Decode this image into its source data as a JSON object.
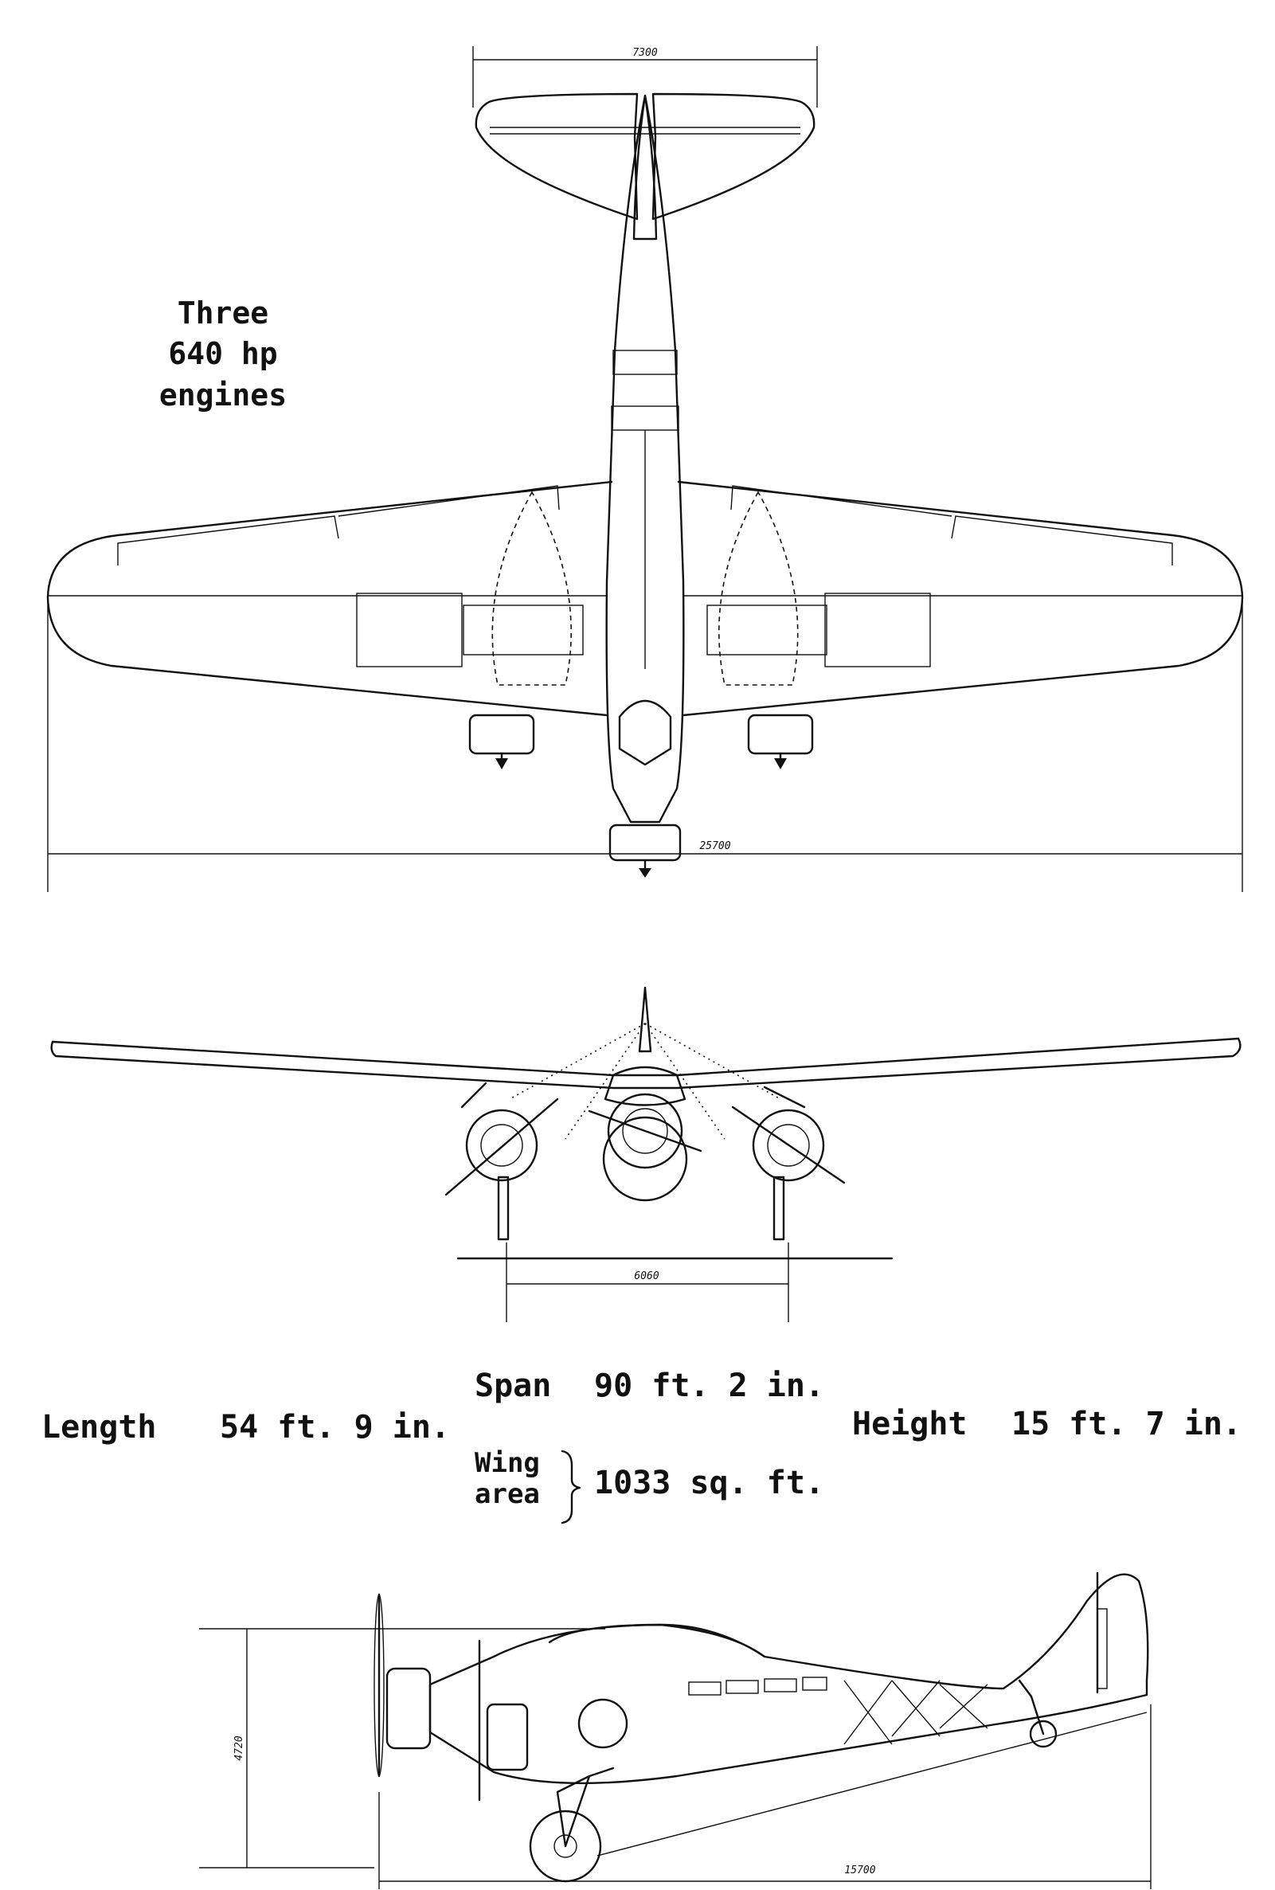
{
  "engines_note": [
    "Three",
    "640 hp",
    "engines"
  ],
  "dimensions": {
    "tailplane_span": "7300",
    "wing_span": "25700",
    "wheel_track": "6060",
    "height": "4720",
    "length": "15700"
  },
  "specs": {
    "span_label": "Span",
    "span_value": "90 ft. 2 in.",
    "length_label": "Length",
    "length_value": "54 ft. 9 in.",
    "height_label": "Height",
    "height_value": "15 ft. 7 in.",
    "wing_area_label": [
      "Wing",
      "area"
    ],
    "wing_area_value": "1033 sq. ft."
  },
  "colors": {
    "ink": "#111111",
    "paper": "#ffffff"
  }
}
